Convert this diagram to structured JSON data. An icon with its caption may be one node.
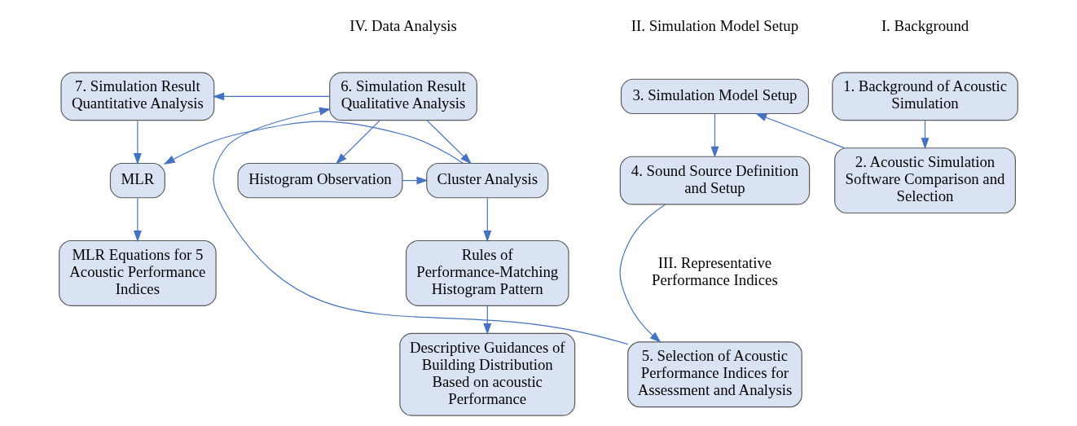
{
  "diagram": {
    "nodes": [
      {
        "text": [
          "1. Background of Acoustic Simulation"
        ]
      },
      {
        "text": [
          "2. Acoustic Simulation Software Comparison and Selection"
        ]
      },
      {
        "text": [
          "3. Simulation Model Setup"
        ]
      },
      {
        "text": [
          "4. Sound Source Definition and Setup"
        ]
      },
      {
        "text": [
          "5. Selection of Acoustic Performance Indices for Assessment and Analysis"
        ]
      },
      {
        "text": [
          "6. Simulation Result Qualitative Analysis"
        ]
      },
      {
        "text": [
          "7. Simulation Result Quantitative Analysis"
        ]
      },
      {
        "text": [
          "Histogram Observation"
        ]
      },
      {
        "text": [
          "Cluster Analysis"
        ]
      },
      {
        "text": [
          "MLR"
        ]
      },
      {
        "text": [
          "Rules of Performance-Matching Histogram Pattern"
        ]
      },
      {
        "text": [
          "Descriptive Guidances of Building Distribution Based on acoustic Performance"
        ]
      },
      {
        "text": [
          "MLR Equations for 5 Acoustic Performance Indices"
        ]
      }
    ],
    "edges": [
      {
        "from": 0,
        "to": 1,
        "arrow": "to"
      },
      {
        "from": 1,
        "to": 2,
        "arrow": "to"
      },
      {
        "from": 2,
        "to": 3,
        "arrow": "to"
      },
      {
        "from": 3,
        "to": 4,
        "arrow": "to"
      },
      {
        "from": 4,
        "to": 5,
        "arrow": "to"
      },
      {
        "from": 5,
        "to": 6,
        "arrow": "to"
      },
      {
        "from": 5,
        "to": 7,
        "arrow": "to"
      },
      {
        "from": 5,
        "to": 8,
        "arrow": "to"
      },
      {
        "from": 7,
        "to": 8,
        "arrow": "to"
      },
      {
        "from": 8,
        "to": 9,
        "arrow": "to"
      },
      {
        "from": 6,
        "to": 9,
        "arrow": "to"
      },
      {
        "from": 9,
        "to": 12,
        "arrow": "to"
      },
      {
        "from": 8,
        "to": 10,
        "arrow": "to"
      },
      {
        "from": 10,
        "to": 11,
        "arrow": "to"
      }
    ],
    "labels": [
      "I. Background",
      "II. Simulation Model Setup",
      "IV. Data Analysis",
      "III. Representative Performance Indices"
    ]
  }
}
